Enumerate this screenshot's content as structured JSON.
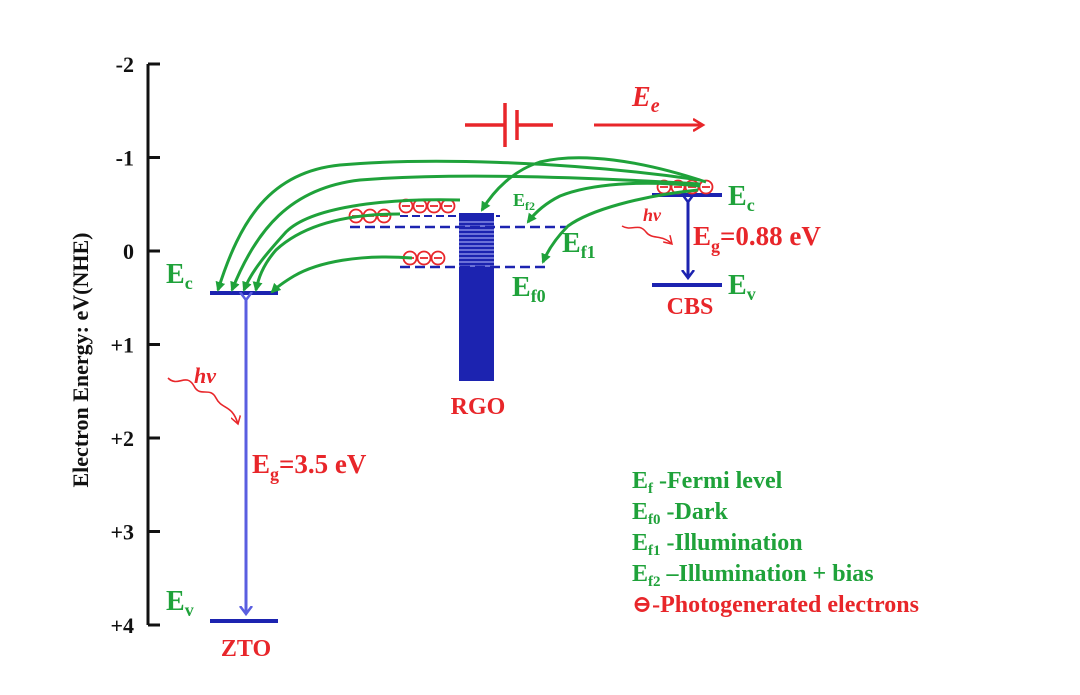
{
  "axis": {
    "label": "Electron Energy: eV(NHE)",
    "ticks": [
      "-2",
      "-1",
      "0",
      "+1",
      "+2",
      "+3",
      "+4"
    ]
  },
  "materials": {
    "zto": {
      "name": "ZTO",
      "ec": "E",
      "ec_sub": "c",
      "ev": "E",
      "ev_sub": "v",
      "eg": "E",
      "eg_sub": "g",
      "eg_value": "=3.5 eV",
      "hv": "hv"
    },
    "rgo": {
      "name": "RGO",
      "ef2": "E",
      "ef2_sub": "f2",
      "ef1": "E",
      "ef1_sub": "f1",
      "ef0": "E",
      "ef0_sub": "f0"
    },
    "cbs": {
      "name": "CBS",
      "ec": "E",
      "ec_sub": "c",
      "ev": "E",
      "ev_sub": "v",
      "eg": "E",
      "eg_sub": "g",
      "eg_value": "=0.88 eV",
      "hv": "hv"
    }
  },
  "field": {
    "label": "E",
    "label_sub": "e"
  },
  "legend": [
    {
      "sym": "E",
      "sub": "f",
      "text": " -Fermi level",
      "color": "#1fa23a"
    },
    {
      "sym": "E",
      "sub": "f0",
      "text": " -Dark",
      "color": "#1fa23a"
    },
    {
      "sym": "E",
      "sub": "f1",
      "text": " -Illumination",
      "color": "#1fa23a"
    },
    {
      "sym": "E",
      "sub": "f2",
      "text": " –Illumination + bias",
      "color": "#1fa23a"
    },
    {
      "sym": "⊖",
      "sub": "",
      "text": "-Photogenerated electrons",
      "color": "#e8262a"
    }
  ],
  "colors": {
    "green": "#1fa23a",
    "red": "#e8262a",
    "blue": "#1c23b0",
    "light_blue": "#5a5ee0",
    "dark": "#111111"
  }
}
